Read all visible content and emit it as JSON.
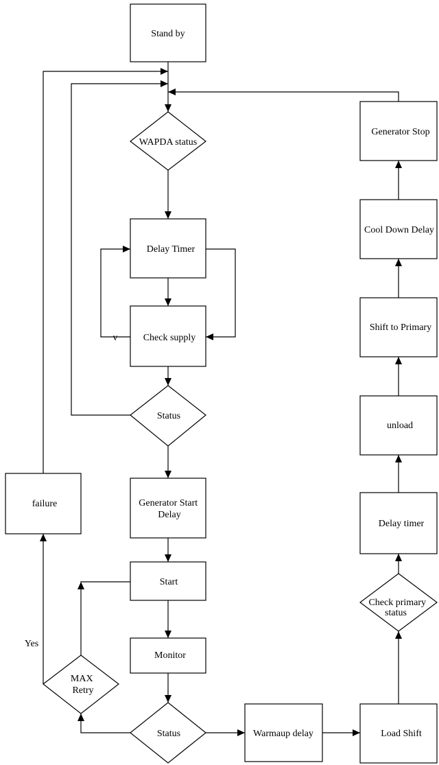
{
  "nodes": {
    "stand_by": "Stand by",
    "wapda_status": "WAPDA status",
    "delay_timer": "Delay Timer",
    "check_supply": "Check supply",
    "status_1": "Status",
    "gen_start_delay": [
      "Generator Start",
      "Delay"
    ],
    "start": "Start",
    "monitor": "Monitor",
    "status_2": "Status",
    "max_retry": [
      "MAX",
      "Retry"
    ],
    "failure": "failure",
    "warmup_delay": "Warmaup delay",
    "load_shift": "Load Shift",
    "check_primary_status": [
      "Check primary",
      "status"
    ],
    "delay_timer_2": "Delay timer",
    "unload": "unload",
    "shift_to_primary": "Shift to Primary",
    "cool_down_delay": "Cool Down Delay",
    "generator_stop": "Generator Stop"
  },
  "edge_labels": {
    "loop_v": "v",
    "yes": "Yes"
  }
}
